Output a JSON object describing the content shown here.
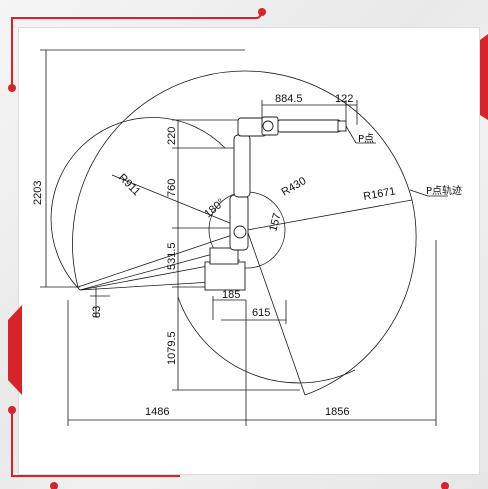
{
  "dimensions": {
    "arm_reach": "884.5",
    "flange_offset": "122",
    "point_label": "P点",
    "trajectory_label": "P点轨迹",
    "height_total": "2203",
    "height_upper": "220",
    "height_mid": "760",
    "height_low": "531.5",
    "radius_small": "R911",
    "angle": "180°",
    "radius_mid": "R430",
    "radius_large": "R1671",
    "angle_small": "157",
    "base_offset": "83",
    "depth_lower": "1079.5",
    "base_185": "185",
    "base_615": "615",
    "width_left": "1486",
    "width_right": "1856"
  },
  "colors": {
    "accent": "#d8232a",
    "line": "#1a1a1a"
  }
}
